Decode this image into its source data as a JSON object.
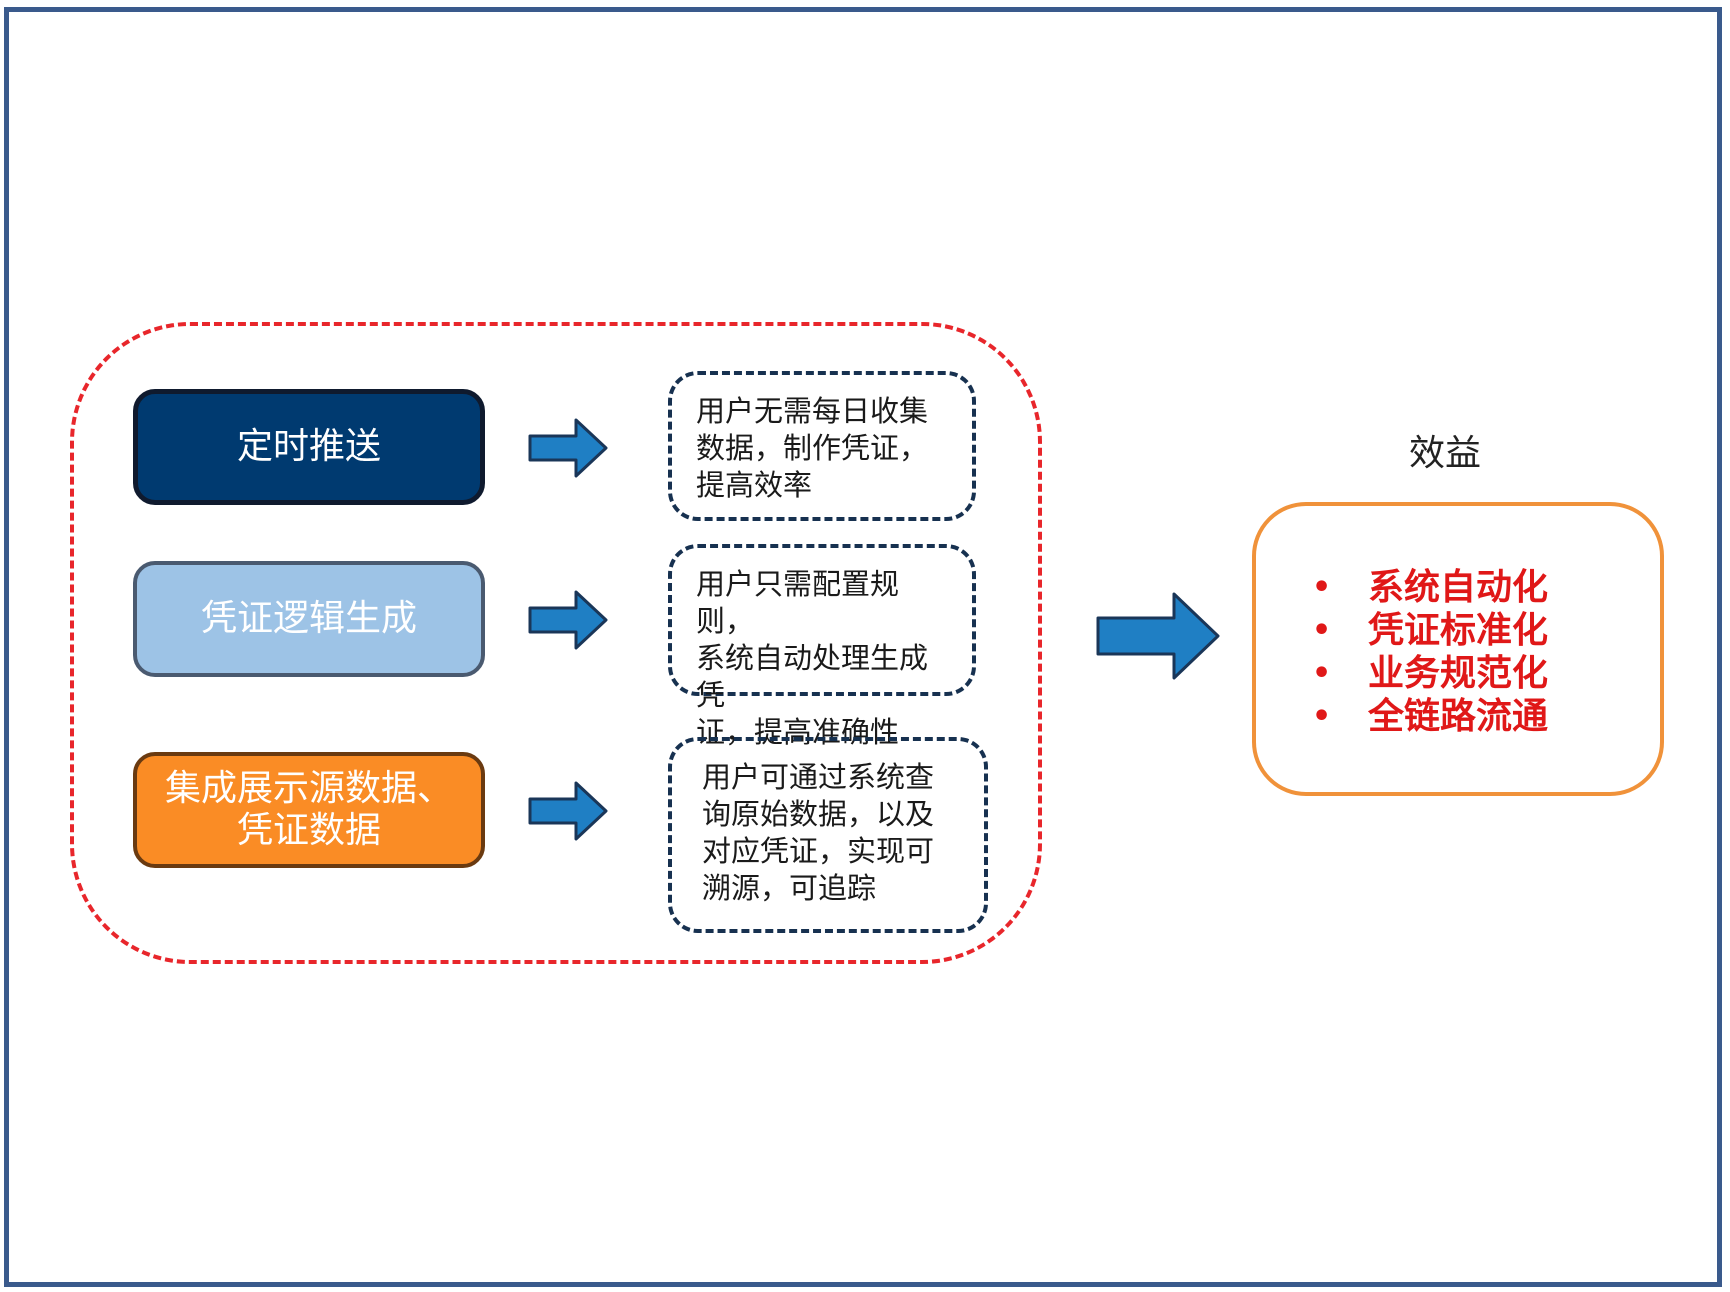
{
  "features": [
    {
      "label": "定时推送"
    },
    {
      "label": "凭证逻辑生成"
    },
    {
      "label": "集成展示源数据、凭证数据"
    }
  ],
  "descriptions": [
    {
      "lines": [
        "用户无需每日收集",
        "数据，制作凭证，",
        "提高效率"
      ]
    },
    {
      "lines": [
        "用户只需配置规则，",
        "系统自动处理生成凭",
        "证，提高准确性"
      ]
    },
    {
      "lines": [
        "用户可通过系统查",
        "询原始数据，以及",
        "对应凭证，实现可",
        "溯源，可追踪"
      ]
    }
  ],
  "benefits": {
    "title": "效益",
    "bullet": "•",
    "items": [
      "系统自动化",
      "凭证标准化",
      "业务规范化",
      "全链路流通"
    ]
  },
  "colors": {
    "frame": "#3a5a8c",
    "group_outline": "#e8262b",
    "feature_1": "#003a70",
    "feature_2": "#9dc3e6",
    "feature_3": "#fa8c25",
    "arrow": "#1f7fc4",
    "arrow_border": "#1a3658",
    "benefit_border": "#f0923a",
    "benefit_text": "#e01818"
  },
  "icons": {
    "flow_arrow": "arrow-right-icon",
    "big_arrow": "arrow-right-large-icon"
  }
}
